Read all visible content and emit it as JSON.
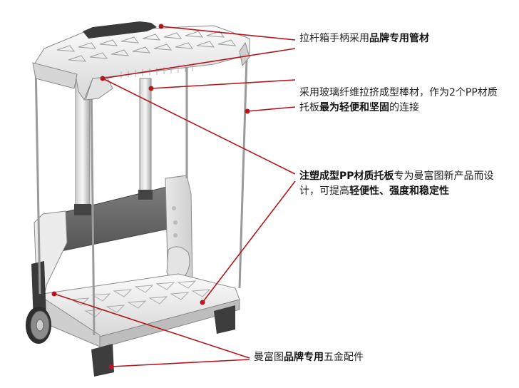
{
  "callouts": [
    {
      "id": "handle",
      "parts": [
        {
          "text": "拉杆箱手柄采用",
          "bold": false
        },
        {
          "text": "品牌专用管材",
          "bold": true
        }
      ]
    },
    {
      "id": "rods",
      "parts": [
        {
          "text": "采用玻璃纤维拉挤成型棒材，作为2个PP材质托板",
          "bold": false
        },
        {
          "text": "最为轻便和坚固",
          "bold": true
        },
        {
          "text": "的连接",
          "bold": false
        }
      ]
    },
    {
      "id": "tray",
      "parts": [
        {
          "text": "注塑成型PP材质托板",
          "bold": true
        },
        {
          "text": "专为曼富图新产品而设计，可提高",
          "bold": false
        },
        {
          "text": "轻便性、强度和稳定性",
          "bold": true
        }
      ]
    },
    {
      "id": "hardware",
      "parts": [
        {
          "text": "曼富图",
          "bold": false
        },
        {
          "text": "品牌专用",
          "bold": true
        },
        {
          "text": "五金配件",
          "bold": false
        }
      ]
    }
  ],
  "colors": {
    "callout_line": "#b5151b",
    "callout_dot": "#b5151b",
    "frame_white": "#f2f2f2",
    "frame_shadow": "#9a9a9a",
    "handle_dark": "#3a3a3a",
    "wheel_grey": "#8c8c8c"
  }
}
